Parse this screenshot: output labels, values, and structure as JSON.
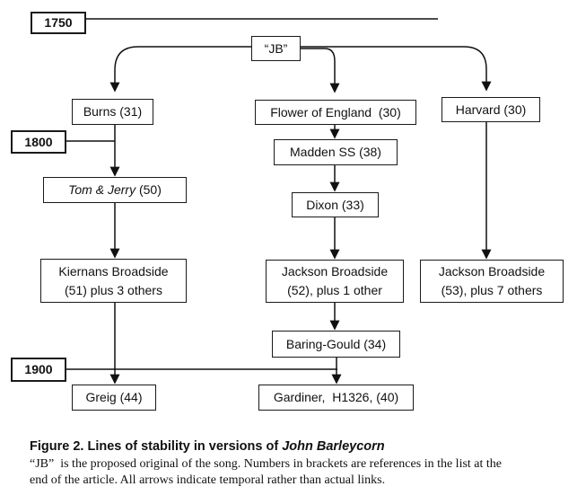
{
  "diagram": {
    "years": {
      "y1750": "1750",
      "y1800": "1800",
      "y1900": "1900"
    },
    "nodes": {
      "jb": {
        "label": "“JB”"
      },
      "burns": {
        "label": "Burns (31)"
      },
      "flower": {
        "label": "Flower of England  (30)"
      },
      "harvard": {
        "label": "Harvard (30)"
      },
      "tomjerry": {
        "label_italic": "Tom & Jerry",
        "label_rest": " (50)"
      },
      "madden": {
        "label": "Madden SS (38)"
      },
      "dixon": {
        "label": "Dixon (33)"
      },
      "kiernans": {
        "label": "Kiernans Broadside\n(51) plus 3 others"
      },
      "jackson52": {
        "label": "Jackson Broadside\n(52), plus 1 other"
      },
      "jackson53": {
        "label": "Jackson Broadside\n(53), plus 7 others"
      },
      "baring": {
        "label": "Baring-Gould (34)"
      },
      "greig": {
        "label": "Greig (44)"
      },
      "gardiner": {
        "label": "Gardiner,  H1326, (40)"
      }
    },
    "line_color": "#111111",
    "background_color": "#ffffff"
  },
  "caption": {
    "title_prefix": "Figure 2. Lines of stability in versions of ",
    "title_italic": "John Barleycorn",
    "body": "“JB”  is the proposed original of the song. Numbers in brackets are references in the list at the\nend of the article. All arrows indicate temporal rather than actual links."
  }
}
